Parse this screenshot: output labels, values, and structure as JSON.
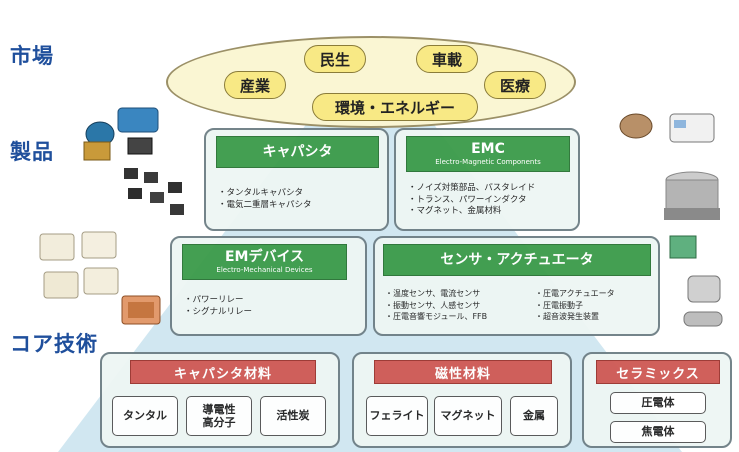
{
  "rows": {
    "market": "市場",
    "products": "製品",
    "core": "コア技術"
  },
  "markets": [
    "民生",
    "車載",
    "産業",
    "医療",
    "環境・エネルギー"
  ],
  "products": {
    "capacitor": {
      "title": "キャパシタ",
      "items": [
        "・タンタルキャパシタ",
        "・電気二重層キャパシタ"
      ]
    },
    "emc": {
      "title": "EMC",
      "subtitle": "Electro-Magnetic Components",
      "items": [
        "・ノイズ対策部品、パスタレイド",
        "・トランス、パワーインダクタ",
        "・マグネット、金属材料"
      ]
    },
    "em_device": {
      "title": "EMデバイス",
      "subtitle": "Electro-Mechanical Devices",
      "items": [
        "・パワーリレー",
        "・シグナルリレー"
      ]
    },
    "sensor": {
      "title": "センサ・アクチュエータ",
      "items_left": [
        "・温度センサ、電流センサ",
        "・振動センサ、人感センサ",
        "・圧電音響モジュール、FFB"
      ],
      "items_right": [
        "・圧電アクチュエータ",
        "・圧電振動子",
        "・超音波発生装置"
      ]
    }
  },
  "core": {
    "capacitor_material": {
      "title": "キャパシタ材料",
      "items": [
        "タンタル",
        "導電性\n高分子",
        "活性炭"
      ]
    },
    "magnetic_material": {
      "title": "磁性材料",
      "items": [
        "フェライト",
        "マグネット",
        "金属"
      ]
    },
    "ceramics": {
      "title": "セラミックス",
      "items": [
        "圧電体",
        "焦電体"
      ]
    }
  },
  "colors": {
    "row_label": "#1f4f9c",
    "triangle": "#c9e3ef",
    "green_bar": "#3d9c4b",
    "red_bar": "#cf5a55",
    "pill": "#f8e985"
  }
}
